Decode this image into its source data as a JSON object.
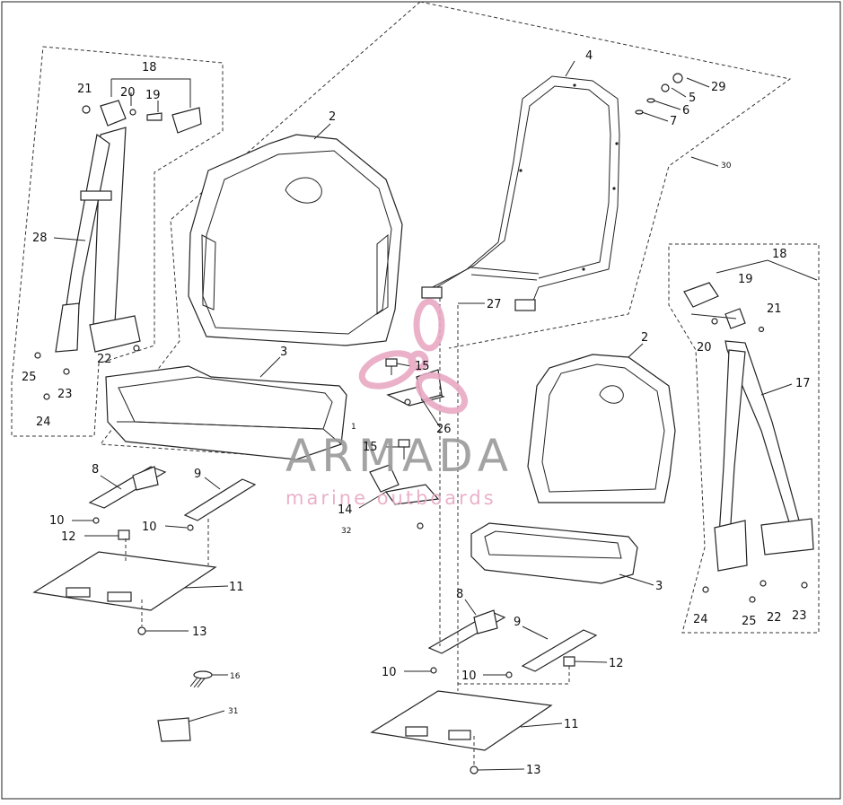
{
  "watermark": {
    "brand": "ARMADA",
    "tagline": "marine outboards",
    "brand_color": "#9a9a9a",
    "accent_color": "#e8a9c4"
  },
  "callouts": {
    "c1": "1",
    "c2a": "2",
    "c2b": "2",
    "c3a": "3",
    "c3b": "3",
    "c4": "4",
    "c5": "5",
    "c6": "6",
    "c7": "7",
    "c8a": "8",
    "c8b": "8",
    "c9a": "9",
    "c9b": "9",
    "c10a": "10",
    "c10b": "10",
    "c10c": "10",
    "c10d": "10",
    "c11a": "11",
    "c11b": "11",
    "c12a": "12",
    "c12b": "12",
    "c13a": "13",
    "c13b": "13",
    "c14": "14",
    "c15a": "15",
    "c15b": "15",
    "c16": "16",
    "c17": "17",
    "c18a": "18",
    "c18b": "18",
    "c19a": "19",
    "c19b": "19",
    "c20a": "20",
    "c20b": "20",
    "c21a": "21",
    "c21b": "21",
    "c22a": "22",
    "c22b": "22",
    "c23a": "23",
    "c23b": "23",
    "c24a": "24",
    "c24b": "24",
    "c25a": "25",
    "c25b": "25",
    "c26": "26",
    "c27": "27",
    "c28": "28",
    "c29": "29",
    "c30": "30",
    "c31": "31",
    "c32": "32"
  },
  "icons": {
    "logo": "armada-propeller-logo"
  }
}
